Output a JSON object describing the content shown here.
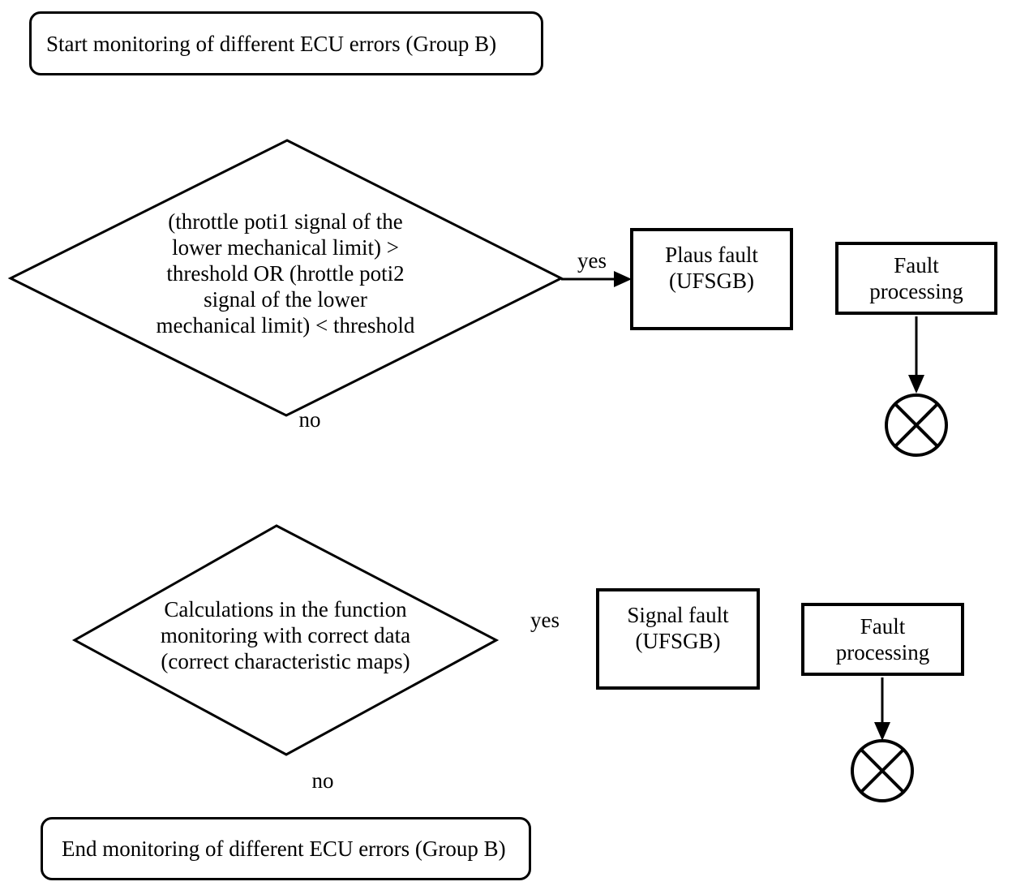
{
  "colors": {
    "background": "#ffffff",
    "ink": "#000000"
  },
  "flowchart": {
    "start_label": "Start monitoring of different ECU errors (Group B)",
    "decision1": {
      "text": "(throttle poti1 signal of the\nlower mechanical limit) >\nthreshold OR (hrottle poti2\nsignal of the lower\nmechanical limit) < threshold",
      "yes_label": "yes",
      "no_label": "no"
    },
    "plaus_fault_label": "Plaus fault\n(UFSGB)",
    "fault_processing1_label": "Fault\nprocessing",
    "junction1_icon": "circle-cross",
    "decision2": {
      "text": "Calculations in the function\nmonitoring with correct data\n(correct characteristic maps)",
      "yes_label": "yes",
      "no_label": "no"
    },
    "signal_fault_label": "Signal fault\n(UFSGB)",
    "fault_processing2_label": "Fault\nprocessing",
    "junction2_icon": "circle-cross",
    "end_label": "End monitoring of different ECU errors (Group B)"
  }
}
